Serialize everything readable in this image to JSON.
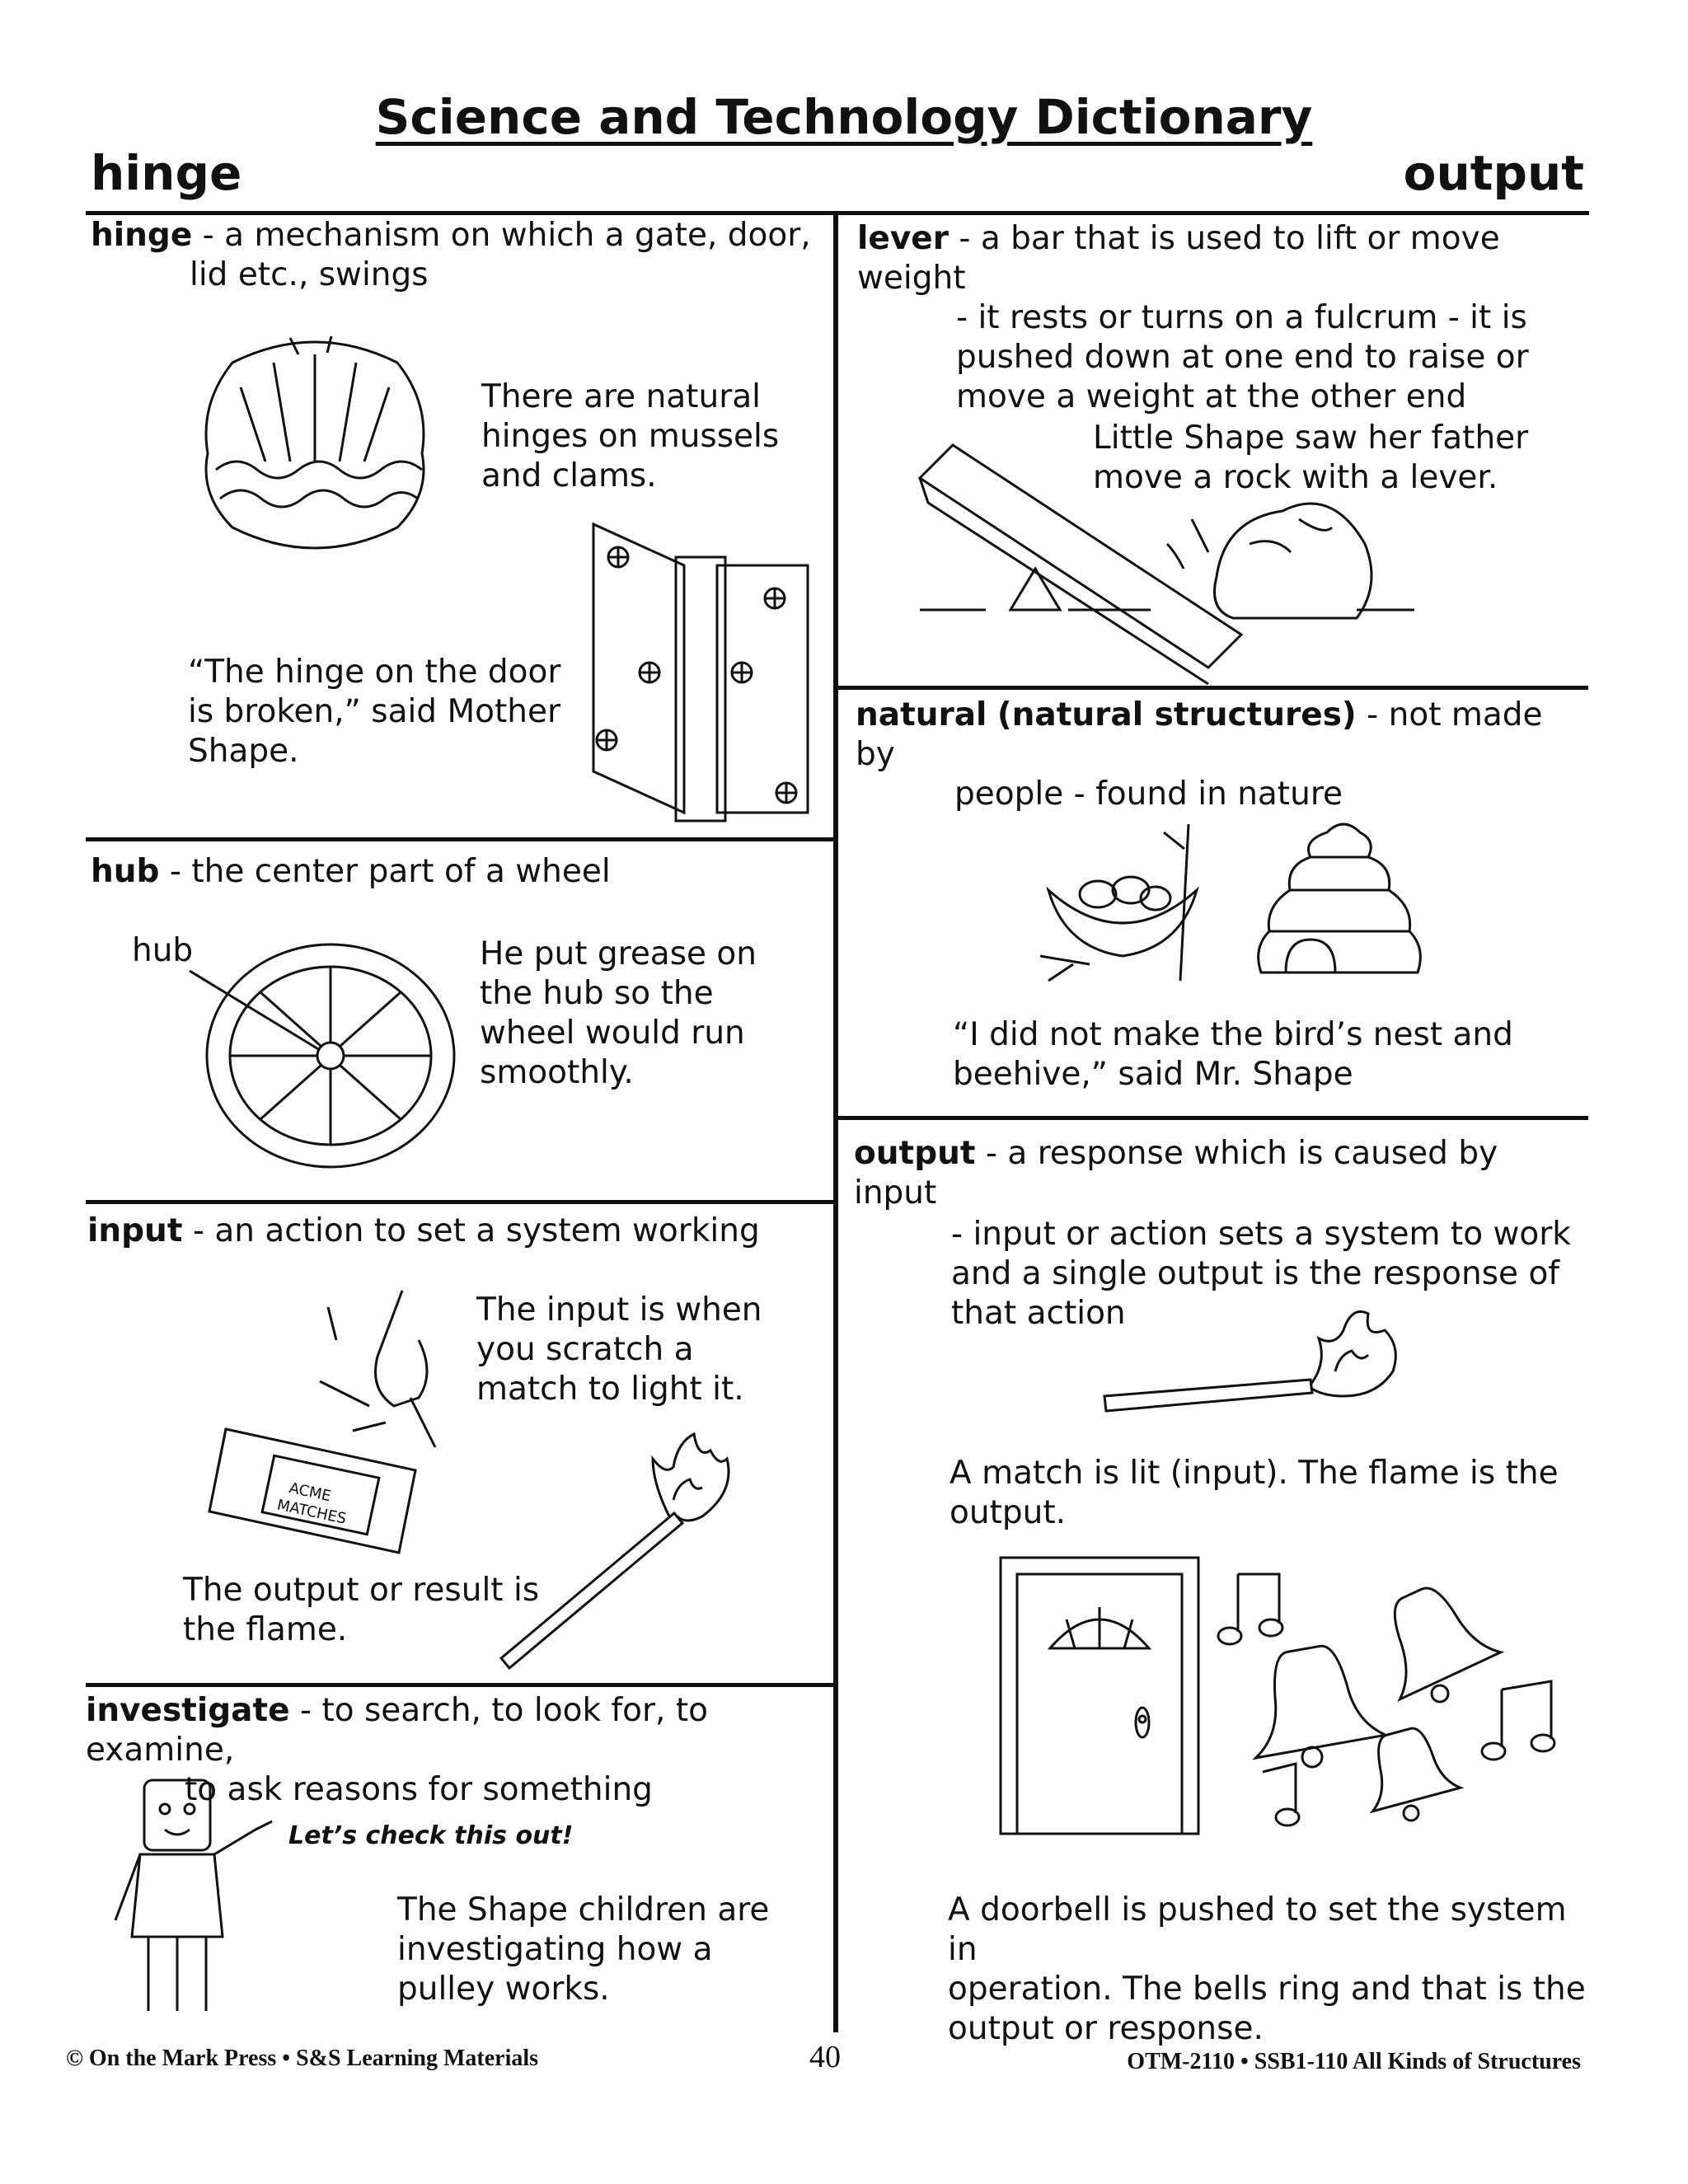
{
  "page": {
    "title": "Science and Technology Dictionary",
    "guide_left": "hinge",
    "guide_right": "output"
  },
  "entries": {
    "hinge": {
      "term": "hinge",
      "definition": "- a mechanism on which a gate, door,",
      "definition_cont": "lid etc., swings",
      "note": [
        "There are natural",
        "hinges on mussels",
        "and clams."
      ],
      "quote": [
        "“The hinge on the door",
        "is broken,” said Mother",
        "Shape."
      ]
    },
    "hub": {
      "term": "hub",
      "definition": "- the center part of a wheel",
      "callout": "hub",
      "note": [
        "He put grease on",
        "the hub so the",
        "wheel would run",
        "smoothly."
      ]
    },
    "input": {
      "term": "input",
      "definition": "- an action to set a system working",
      "note": [
        "The input is when",
        "you scratch a",
        "match to light it."
      ],
      "box_label_1": "ACME",
      "box_label_2": "MATCHES",
      "result": [
        "The output or result is",
        "the flame."
      ]
    },
    "investigate": {
      "term": "investigate",
      "definition": "- to search, to look for, to examine,",
      "definition_cont": "to ask reasons for something",
      "speech": "Let’s check this out!",
      "note": [
        "The Shape children are",
        "investigating how a",
        "pulley works."
      ]
    },
    "lever": {
      "term": "lever",
      "definition": "- a bar that is used to lift or move weight",
      "definition_cont": [
        "- it rests or turns on a fulcrum - it is",
        "pushed down at one end to raise or",
        "move a weight at the other end"
      ],
      "note": [
        "Little Shape saw her father",
        "move a rock with a lever."
      ]
    },
    "natural": {
      "term": "natural",
      "term_paren": "(natural structures)",
      "definition": "- not made by",
      "definition_cont": "people - found in nature",
      "quote": [
        "“I did not make the bird’s nest and",
        "beehive,” said Mr. Shape"
      ]
    },
    "output": {
      "term": "output",
      "definition": "- a response which is caused by input",
      "detail": [
        "- input or action sets a system to work",
        "and a single output is the response of",
        "that action"
      ],
      "match_note": [
        "A match is lit (input).  The flame is the",
        "output."
      ],
      "doorbell_note": [
        "A doorbell is pushed to set the system in",
        "operation.  The bells ring and that is the",
        "output or response."
      ]
    }
  },
  "footer": {
    "left": "© On the Mark Press • S&S Learning Materials",
    "page_number": "40",
    "right": "OTM-2110 • SSB1-110 All Kinds of Structures"
  }
}
